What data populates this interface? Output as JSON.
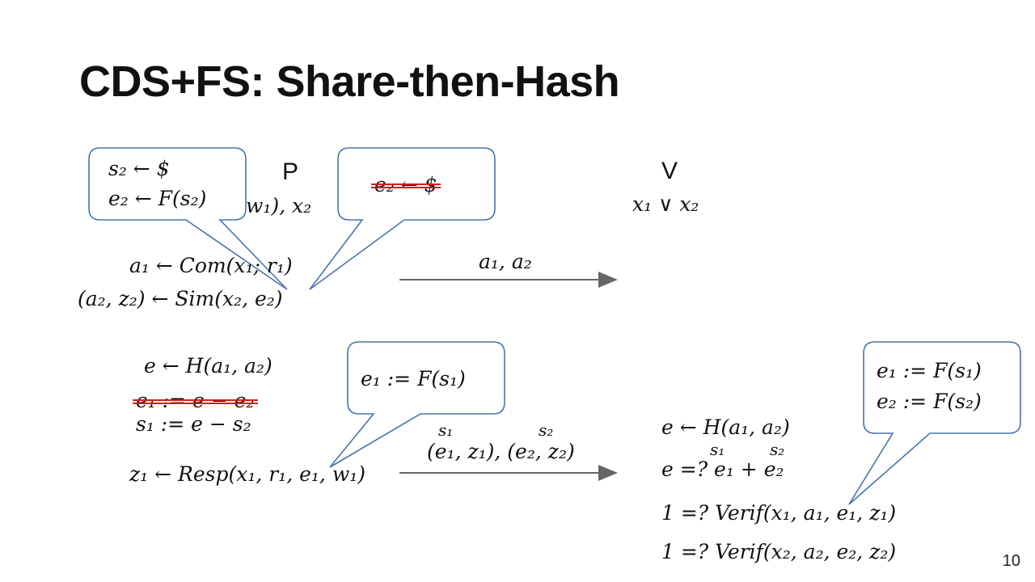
{
  "slide": {
    "title": "CDS+FS: Share-then-Hash",
    "page_number": "10"
  },
  "prover": {
    "label": "P",
    "input_line": "w₁), x₂",
    "commit_line": "a₁ ← Com(x₁; r₁)",
    "sim_line": "(a₂, z₂) ← Sim(x₂, e₂)",
    "hash_line": "e ← H(a₁, a₂)",
    "struck_line": "e₁ := e − e₂",
    "share_line": "s₁ := e − s₂",
    "resp_line": "z₁ ← Resp(x₁, r₁, e₁, w₁)"
  },
  "verifier": {
    "label": "V",
    "statement": "x₁ ∨ x₂",
    "hash_line": "e ← H(a₁, a₂)",
    "check_sum": "e =? e₁ + e₂",
    "check_sum_over_1": "s₁",
    "check_sum_over_2": "s₂",
    "verif1": "1 =? Verif(x₁, a₁, e₁, z₁)",
    "verif2": "1 =? Verif(x₂, a₂, e₂, z₂)"
  },
  "messages": {
    "first": "a₁, a₂",
    "second_over_1": "s₁",
    "second_over_2": "s₂",
    "second": "(e₁, z₁), (e₂, z₂)"
  },
  "bubbles": {
    "top_left_line1": "s₂ ← $",
    "top_left_line2": "e₂ ← F(s₂)",
    "top_middle_struck": "e₂ ← $",
    "middle": "e₁ := F(s₁)",
    "right_line1": "e₁ := F(s₁)",
    "right_line2": "e₂ := F(s₂)"
  },
  "colors": {
    "bubble_border": "#4a72b0",
    "strike": "#cc1f1f",
    "arrow": "#666666"
  }
}
